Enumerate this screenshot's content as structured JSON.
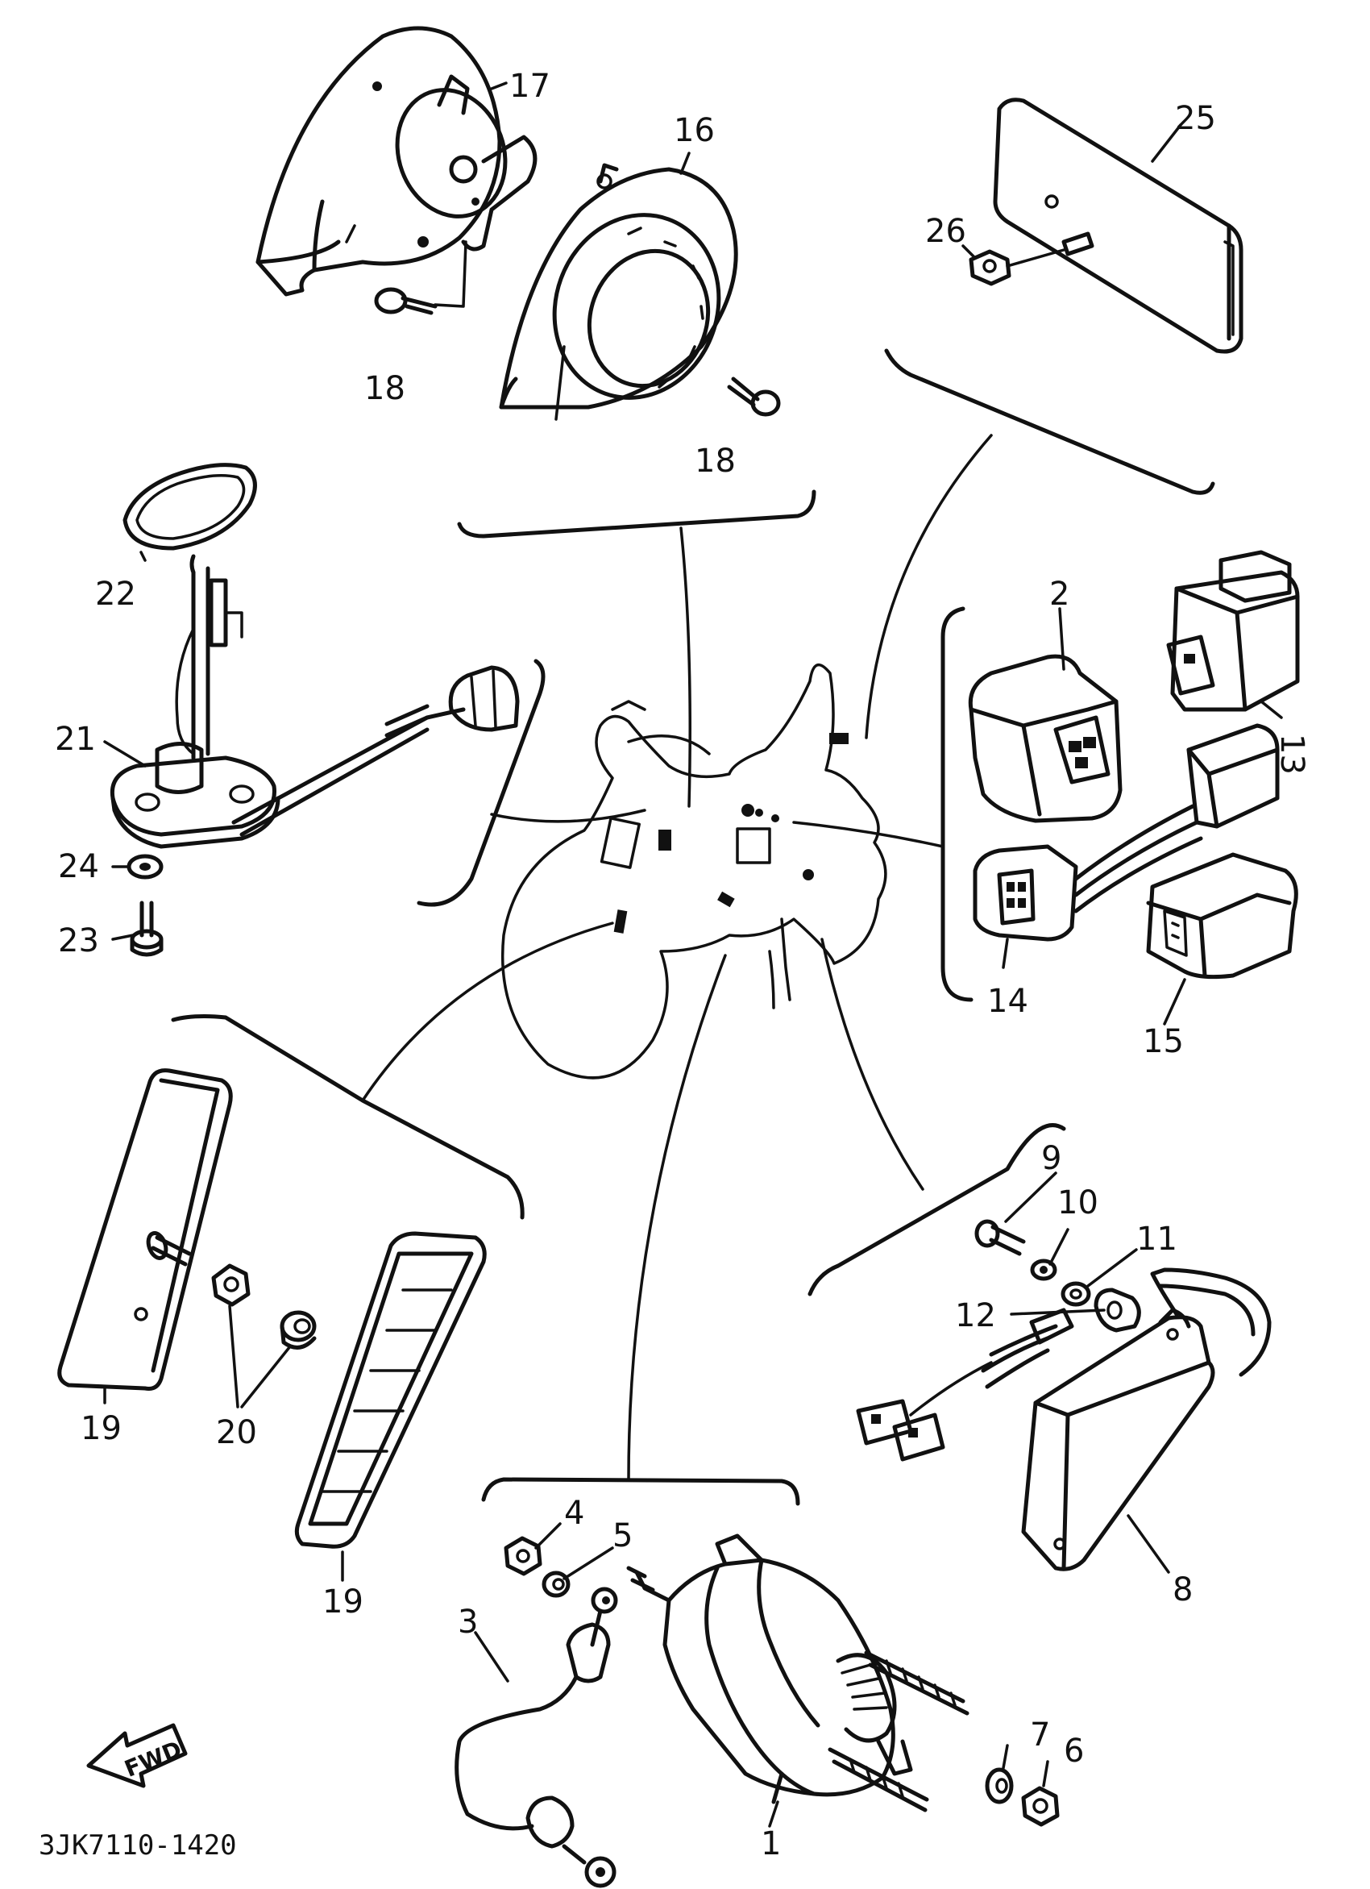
{
  "diagram": {
    "catalog_code": "3JK7110-1420",
    "direction_marker": "FWD",
    "callouts": {
      "c1": "1",
      "c2": "2",
      "c3": "3",
      "c4": "4",
      "c5": "5",
      "c6": "6",
      "c7": "7",
      "c8": "8",
      "c9": "9",
      "c10": "10",
      "c11": "11",
      "c12": "12",
      "c13": "13",
      "c14": "14",
      "c15": "15",
      "c16": "16",
      "c17": "17",
      "c18a": "18",
      "c18b": "18",
      "c19a": "19",
      "c19b": "19",
      "c20": "20",
      "c21": "21",
      "c22": "22",
      "c23": "23",
      "c24": "24",
      "c25": "25",
      "c26": "26"
    }
  }
}
